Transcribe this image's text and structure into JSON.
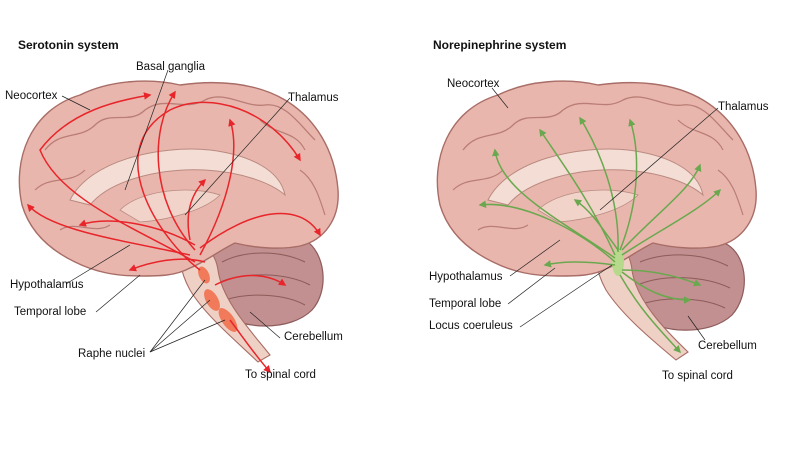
{
  "serotonin": {
    "title": "Serotonin system",
    "labels": {
      "neocortex": "Neocortex",
      "basal_ganglia": "Basal ganglia",
      "thalamus": "Thalamus",
      "hypothalamus": "Hypothalamus",
      "temporal_lobe": "Temporal lobe",
      "raphe_nuclei": "Raphe nuclei",
      "cerebellum": "Cerebellum",
      "spinal_cord": "To spinal cord"
    },
    "pathway_color": "#e8252a"
  },
  "norepinephrine": {
    "title": "Norepinephrine system",
    "labels": {
      "neocortex": "Neocortex",
      "thalamus": "Thalamus",
      "hypothalamus": "Hypothalamus",
      "temporal_lobe": "Temporal lobe",
      "locus_coeruleus": "Locus coeruleus",
      "cerebellum": "Cerebellum",
      "spinal_cord": "To spinal cord"
    },
    "pathway_color": "#6aa84f"
  },
  "colors": {
    "brain_fill": "#e9b6ad",
    "brain_outline": "#a86d66",
    "gyri": "#b97e76",
    "inner": "#f4ddd5",
    "cerebellum": "#b88383",
    "brainstem": "#eac8bd"
  }
}
